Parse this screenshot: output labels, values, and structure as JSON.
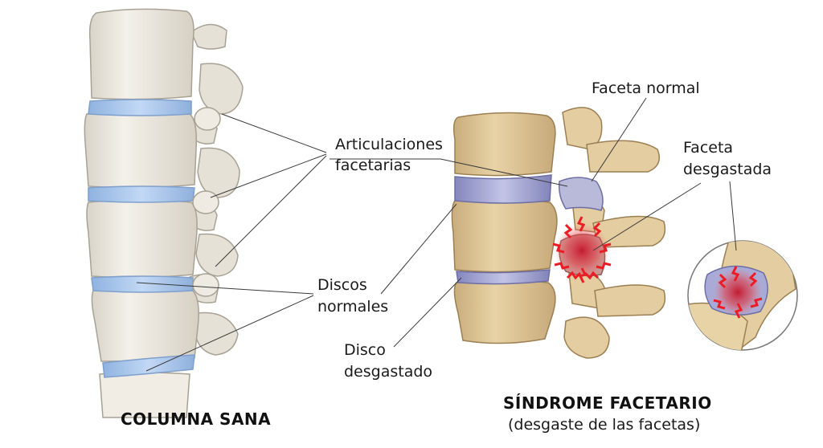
{
  "labels": {
    "faceta_normal": "Faceta normal",
    "faceta_desgastada": [
      "Faceta",
      "desgastada"
    ],
    "articulaciones": [
      "Articulaciones",
      "facetarias"
    ],
    "discos_normales": [
      "Discos",
      "normales"
    ],
    "disco_desgastado": [
      "Disco",
      "desgastado"
    ]
  },
  "captions": {
    "healthy": "COLUMNA SANA",
    "syndrome_title": "SÍNDROME FACETARIO",
    "syndrome_subtitle": "(desgaste de las facetas)"
  },
  "colors": {
    "healthy_bone": "#ede9e0",
    "healthy_disc": "#a9c8ef",
    "worn_bone": "#e0c99b",
    "worn_disc": "#a9abd6",
    "inflammation": "#e8323c"
  }
}
